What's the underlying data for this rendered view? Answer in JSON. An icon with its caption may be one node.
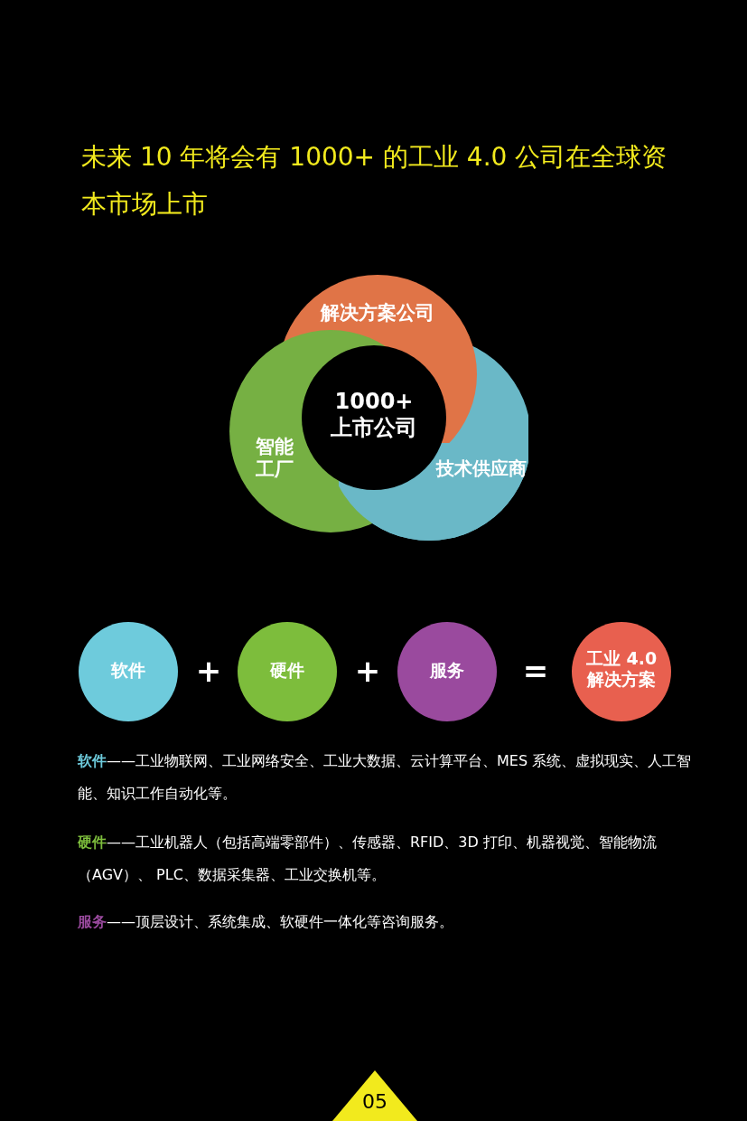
{
  "diagram": {
    "title": "未来 10 年将会有 1000+ 的工业 4.0 公司在全球资本市场上市",
    "nodes": [
      {
        "text": [
          "解决方案公司"
        ]
      },
      {
        "text": [
          "智能工厂"
        ]
      },
      {
        "text": [
          "技术供应商"
        ]
      },
      {
        "text": [
          "1000+ 上市公司"
        ]
      },
      {
        "text": [
          "软件"
        ]
      },
      {
        "text": [
          "硬件"
        ]
      },
      {
        "text": [
          "服务"
        ]
      },
      {
        "text": [
          "工业 4.0 解决方案"
        ]
      },
      {
        "text": [
          "05"
        ]
      }
    ],
    "labels": [
      "+",
      "+",
      "=",
      "**软件**——工业物联网、工业网络安全、工业大数据、云计算平台、MES 系统、虚拟现实、人工智能、知识工作自动化等。",
      "**硬件**——工业机器人（包括高端零部件）、传感器、RFID、3D 打印、机器视觉、智能物流（AGV）、 PLC、数据采集器、工业交换机等。",
      "**服务**——顶层设计、系统集成、软硬件一体化等咨询服务。"
    ]
  }
}
